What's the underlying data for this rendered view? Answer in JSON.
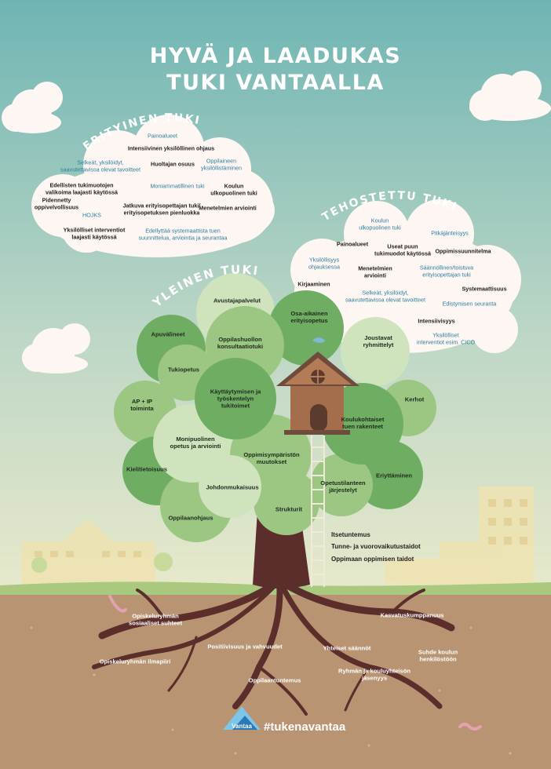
{
  "title": {
    "line1": "HYVÄ JA LAADUKAS",
    "line2": "TUKI VANTAALLA"
  },
  "erityinen": {
    "heading": "ERITYINEN TUKI",
    "items": [
      "Painoalueet",
      "Intensiivinen yksilöllinen ohjaus",
      "Selkeät, yksilöidyt,\nsaavutettavissa olevat tavoitteet",
      "Huoltajan osuus",
      "Oppilaineen\nyksilöllistäminen",
      "Edellisten tukimuotojen\nvalikoima laajasti käytössä",
      "Moniammatillinen tuki",
      "Koulun\nulkopuolinen tuki",
      "Pidennetty\noppivelvollisuus",
      "HOJKS",
      "Jatkuva erityisopettajan tuki/\nerityisopetuksen pienluokka",
      "Menetelmien arviointi",
      "Yksilölliset interventiot\nlaajasti käytössä",
      "Edellyttää systemaattista tuen\nsuunnittelua, arviointia ja seurantaa"
    ]
  },
  "tehostettu": {
    "heading": "TEHOSTETTU TUKI",
    "items": [
      "Koulun\nulkopuolinen tuki",
      "Pitkäjänteisyys",
      "Painoalueet",
      "Useat puun\ntukimuodot käytössä",
      "Oppimissuunnitelma",
      "Yksilöllisyys\nohjauksessa",
      "Menetelmien\narviointi",
      "Säännöllinen/toistuva\nerityisopettajan tuki",
      "Kirjaaminen",
      "Systemaattisuus",
      "Selkeät, yksilöidyt,\nsaavutettavissa olevat tavoitteet",
      "Edistymisen seuranta",
      "Intensiivisyys",
      "Yksilölliset\ninterventiot esim. CICO"
    ]
  },
  "yleinen": {
    "heading": "YLEINEN TUKI",
    "leaves": [
      "Avustajapalvelut",
      "Osa-aikainen\nerityisopetus",
      "Apuvälineet",
      "Oppilashuollon\nkonsultaatiotuki",
      "Joustavat\nryhmittelyt",
      "Tukiopetus",
      "Käyttäytymisen ja\ntyöskentelyn\ntukitoimet",
      "AP + IP\ntoiminta",
      "Kerhot",
      "Koulukohtaiset\ntuen rakenteet",
      "Monipuolinen\nopetus ja arviointi",
      "Kielitietoisuus",
      "Oppimisympäristön\nmuutokset",
      "Eriyttäminen",
      "Johdonmukaisuus",
      "Opetustilanteen\njärjestelyt",
      "Oppilaanohjaus",
      "Strukturit"
    ],
    "ladder": [
      "Itsetuntemus",
      "Tunne- ja vuorovaikutustaidot",
      "Oppimaan oppimisen taidot"
    ]
  },
  "roots": [
    "Opiskeluryhmän\nsosiaaliset suhteet",
    "Kasvatuskumppanuus",
    "Positiivisuus ja vahvuudet",
    "Yhteiset säännöt",
    "Suhde koulun\nhenkilöstöön",
    "Opiskeluryhmän ilmapiiri",
    "Ryhmän ja kouluyhteisön\njäsenyys",
    "Oppilaantuntemus"
  ],
  "footer": {
    "logo_text": "Vantaa",
    "hashtag": "#tukenavantaa"
  },
  "colors": {
    "sky_top": "#6fb5b3",
    "sky_bottom": "#e6e8c9",
    "grass": "#a9c97e",
    "soil": "#b89472",
    "trunk": "#5b2d2b",
    "leaf_dark": "#6fae62",
    "leaf_mid": "#9cc782",
    "leaf_light": "#cfe3bd",
    "cloud": "#fdf6f2"
  }
}
